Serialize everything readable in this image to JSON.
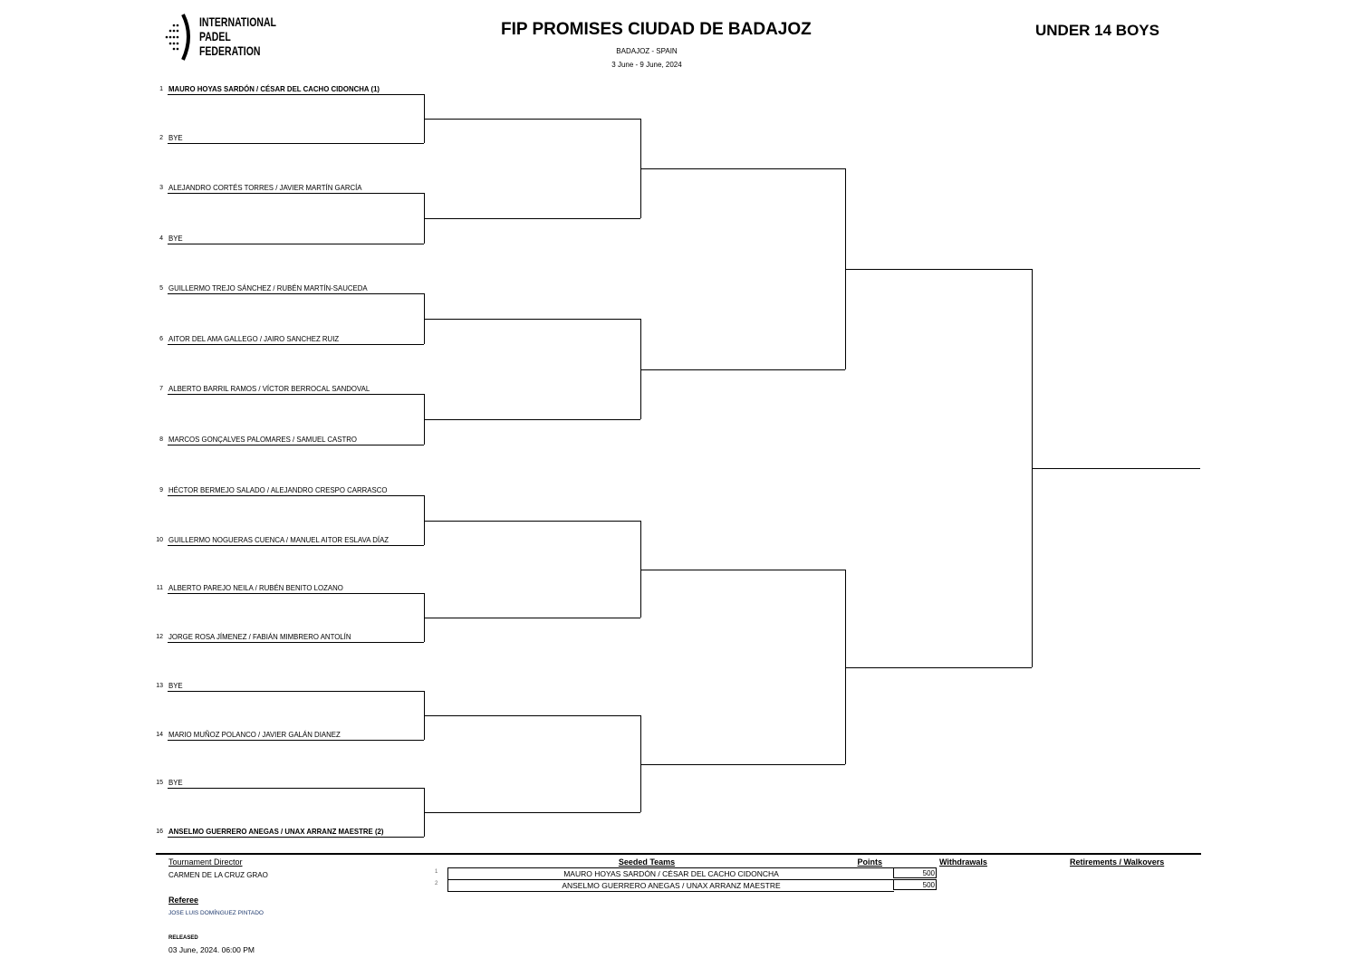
{
  "logo": {
    "lines": [
      "INTERNATIONAL",
      "PADEL",
      "FEDERATION"
    ]
  },
  "header": {
    "title": "FIP PROMISES CIUDAD DE BADAJOZ",
    "category": "UNDER 14 BOYS",
    "location": "BADAJOZ - SPAIN",
    "dates": "3 June - 9 June, 2024"
  },
  "entries": [
    {
      "num": "1",
      "name": "MAURO HOYAS SARDÓN / CÉSAR DEL CACHO CIDONCHA (1)",
      "bold": true
    },
    {
      "num": "2",
      "name": "BYE"
    },
    {
      "num": "3",
      "name": "ALEJANDRO CORTÉS TORRES / JAVIER MARTÍN GARCÍA"
    },
    {
      "num": "4",
      "name": "BYE"
    },
    {
      "num": "5",
      "name": "GUILLERMO TREJO SÁNCHEZ / RUBÉN MARTÍN-SAUCEDA"
    },
    {
      "num": "6",
      "name": "AITOR DEL AMA GALLEGO / JAIRO SANCHEZ RUIZ"
    },
    {
      "num": "7",
      "name": "ALBERTO BARRIL RAMOS / VÍCTOR BERROCAL SANDOVAL"
    },
    {
      "num": "8",
      "name": "MARCOS GONÇALVES PALOMARES / SAMUEL CASTRO"
    },
    {
      "num": "9",
      "name": "HÉCTOR BERMEJO SALADO / ALEJANDRO CRESPO CARRASCO"
    },
    {
      "num": "10",
      "name": "GUILLERMO NOGUERAS CUENCA / MANUEL AITOR ESLAVA DÍAZ"
    },
    {
      "num": "11",
      "name": "ALBERTO PAREJO NEILA / RUBÉN BENITO LOZANO"
    },
    {
      "num": "12",
      "name": "JORGE ROSA JÍMENEZ / FABIÁN MIMBRERO ANTOLÍN"
    },
    {
      "num": "13",
      "name": "BYE"
    },
    {
      "num": "14",
      "name": "MARIO MUÑOZ POLANCO / JAVIER GALÁN DIANEZ"
    },
    {
      "num": "15",
      "name": "BYE"
    },
    {
      "num": "16",
      "name": "ANSELMO GUERRERO ANEGAS / UNAX ARRANZ MAESTRE (2)",
      "bold": true
    }
  ],
  "footer": {
    "director_label": "Tournament Director",
    "director": "CARMEN DE LA CRUZ GRAO",
    "referee_label": "Referee",
    "referee": "JOSE LUIS DOMÍNGUEZ PINTADO",
    "released_label": "RELEASED",
    "released": "03 June, 2024. 06:00 PM",
    "seeded_label": "Seeded Teams",
    "points_label": "Points",
    "withdrawals_label": "Withdrawals",
    "retirements_label": "Retirements / Walkovers",
    "seeds": [
      {
        "num": "1",
        "name": "MAURO HOYAS SARDÓN / CÉSAR DEL CACHO CIDONCHA",
        "points": "500"
      },
      {
        "num": "2",
        "name": "ANSELMO GUERRERO ANEGAS / UNAX ARRANZ MAESTRE",
        "points": "500"
      }
    ]
  }
}
